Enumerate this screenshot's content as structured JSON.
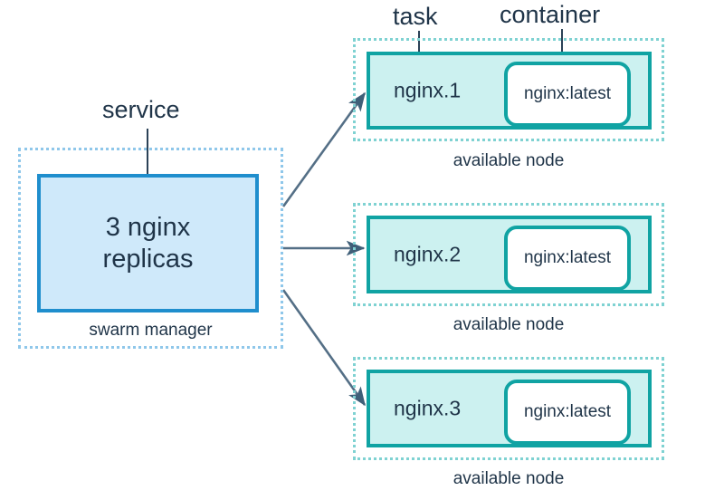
{
  "diagram": {
    "title_semantic": "docker-swarm-service-task-container-diagram",
    "callouts": {
      "service": "service",
      "task": "task",
      "container": "container"
    },
    "manager": {
      "box_text_line1": "3 nginx",
      "box_text_line2": "replicas",
      "caption": "swarm manager"
    },
    "nodes": [
      {
        "task_name": "nginx.1",
        "container_name": "nginx:latest",
        "caption": "available node"
      },
      {
        "task_name": "nginx.2",
        "container_name": "nginx:latest",
        "caption": "available node"
      },
      {
        "task_name": "nginx.3",
        "container_name": "nginx:latest",
        "caption": "available node"
      }
    ],
    "colors": {
      "service_fill": "#cfe9fa",
      "service_border": "#1f8ecd",
      "service_group_border": "#8fc7ea",
      "task_fill": "#ccf1f0",
      "task_border": "#10a3a3",
      "node_group_border": "#7fd2d2",
      "container_fill": "#ffffff",
      "text": "#1f3448",
      "arrow": "#4d6a80",
      "background": "#ffffff"
    }
  }
}
